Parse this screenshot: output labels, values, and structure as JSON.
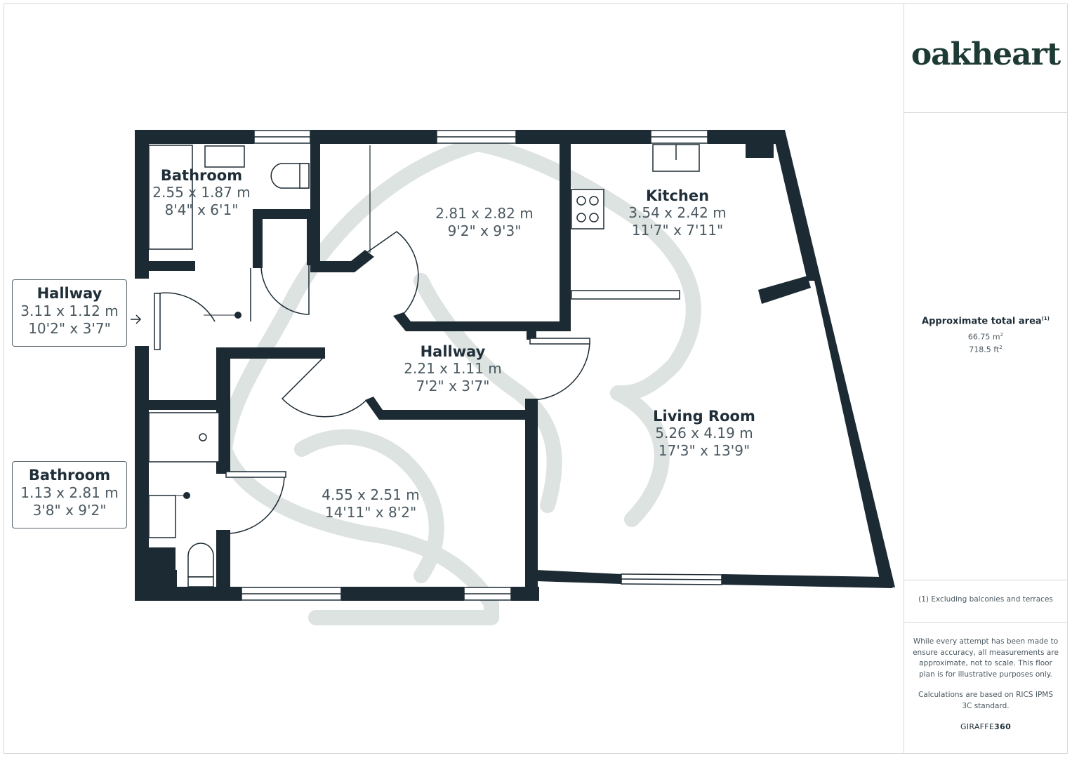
{
  "brand": {
    "name": "oakheart",
    "color": "#1d3b34"
  },
  "rooms": {
    "bathroom_top": {
      "name": "Bathroom",
      "metric": "2.55 x 1.87 m",
      "imperial": "8'4\" x 6'1\""
    },
    "bedroom_1": {
      "name": "",
      "metric": "2.81 x 2.82 m",
      "imperial": "9'2\" x 9'3\""
    },
    "kitchen": {
      "name": "Kitchen",
      "metric": "3.54 x 2.42 m",
      "imperial": "11'7\" x 7'11\""
    },
    "hallway_inner": {
      "name": "Hallway",
      "metric": "2.21 x 1.11 m",
      "imperial": "7'2\" x 3'7\""
    },
    "living_room": {
      "name": "Living Room",
      "metric": "5.26 x 4.19 m",
      "imperial": "17'3\" x 13'9\""
    },
    "bedroom_2": {
      "name": "",
      "metric": "4.55 x 2.51 m",
      "imperial": "14'11\" x 8'2\""
    }
  },
  "callouts": {
    "hallway": {
      "name": "Hallway",
      "metric": "3.11 x 1.12 m",
      "imperial": "10'2\" x 3'7\""
    },
    "bathroom": {
      "name": "Bathroom",
      "metric": "1.13 x 2.81 m",
      "imperial": "3'8\" x 9'2\""
    }
  },
  "info": {
    "area_title": "Approximate total area",
    "area_title_note": "(1)",
    "area_m2": "66.75 m",
    "area_m2_unit": "2",
    "area_ft2": "718.5 ft",
    "area_ft2_unit": "2",
    "footnote": "(1) Excluding balconies and terraces",
    "disclaimer": "While every attempt has been made to ensure accuracy, all measurements are approximate, not to scale. This floor plan is for illustrative purposes only.",
    "calc_note": "Calculations are based on RICS IPMS 3C standard.",
    "credit_prefix": "GIRAFFE",
    "credit_suffix": "360"
  },
  "colors": {
    "wall": "#1c2a33",
    "watermark": "#dde3e1",
    "text": "#4a5860",
    "border": "#d4d8da"
  }
}
